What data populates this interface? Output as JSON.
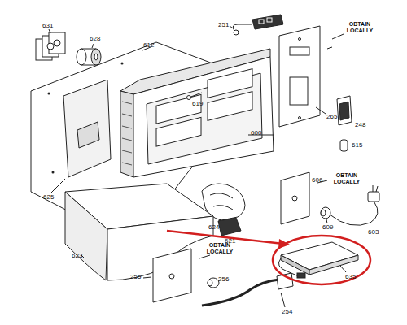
{
  "diagram": {
    "labels": [
      "631",
      "628",
      "612",
      "251",
      "OBTAIN LOCALLY",
      "265",
      "248",
      "619",
      "600",
      "615",
      "OBTAIN LOCALLY",
      "606",
      "625",
      "609",
      "603",
      "624",
      "621",
      "623",
      "OBTAIN LOCALLY",
      "255",
      "256",
      "254",
      "635"
    ]
  }
}
